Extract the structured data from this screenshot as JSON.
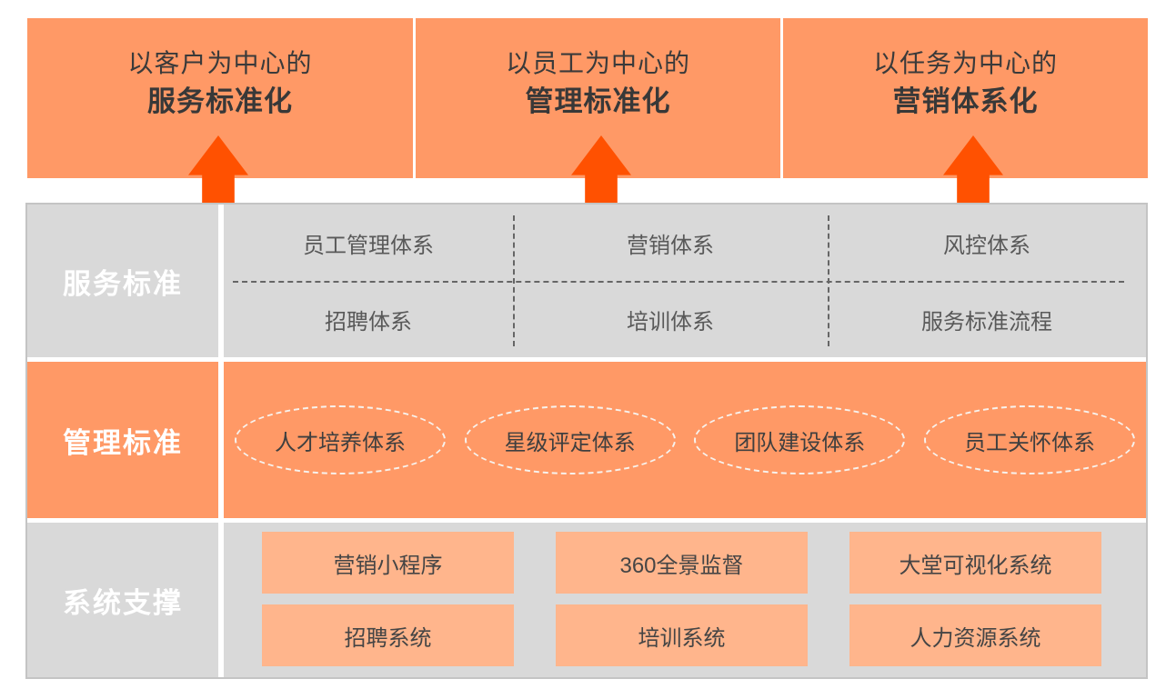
{
  "colors": {
    "banner_orange": "#FF9966",
    "arrow_orange": "#FF5101",
    "row_gray": "#D9D9D9",
    "row_orange": "#FF9966",
    "box_orange": "#FFB58C",
    "table_border": "#C4C4C4",
    "dash_gray": "#666666",
    "ellipse_dash_white": "#F7F2ED",
    "text_dark": "#3A3A3A",
    "label_white": "#FFFFFF"
  },
  "banner": {
    "sections": [
      {
        "line1": "以客户为中心的",
        "line2": "服务标准化"
      },
      {
        "line1": "以员工为中心的",
        "line2": "管理标准化"
      },
      {
        "line1": "以任务为中心的",
        "line2": "营销体系化"
      }
    ]
  },
  "rows": [
    {
      "label": "服务标准",
      "grid": [
        [
          "员工管理体系",
          "营销体系",
          "风控体系"
        ],
        [
          "招聘体系",
          "培训体系",
          "服务标准流程"
        ]
      ]
    },
    {
      "label": "管理标准",
      "ellipses": [
        "人才培养体系",
        "星级评定体系",
        "团队建设体系",
        "员工关怀体系"
      ]
    },
    {
      "label": "系统支撑",
      "boxes": [
        [
          "营销小程序",
          "360全景监督",
          "大堂可视化系统"
        ],
        [
          "招聘系统",
          "培训系统",
          "人力资源系统"
        ]
      ]
    }
  ]
}
